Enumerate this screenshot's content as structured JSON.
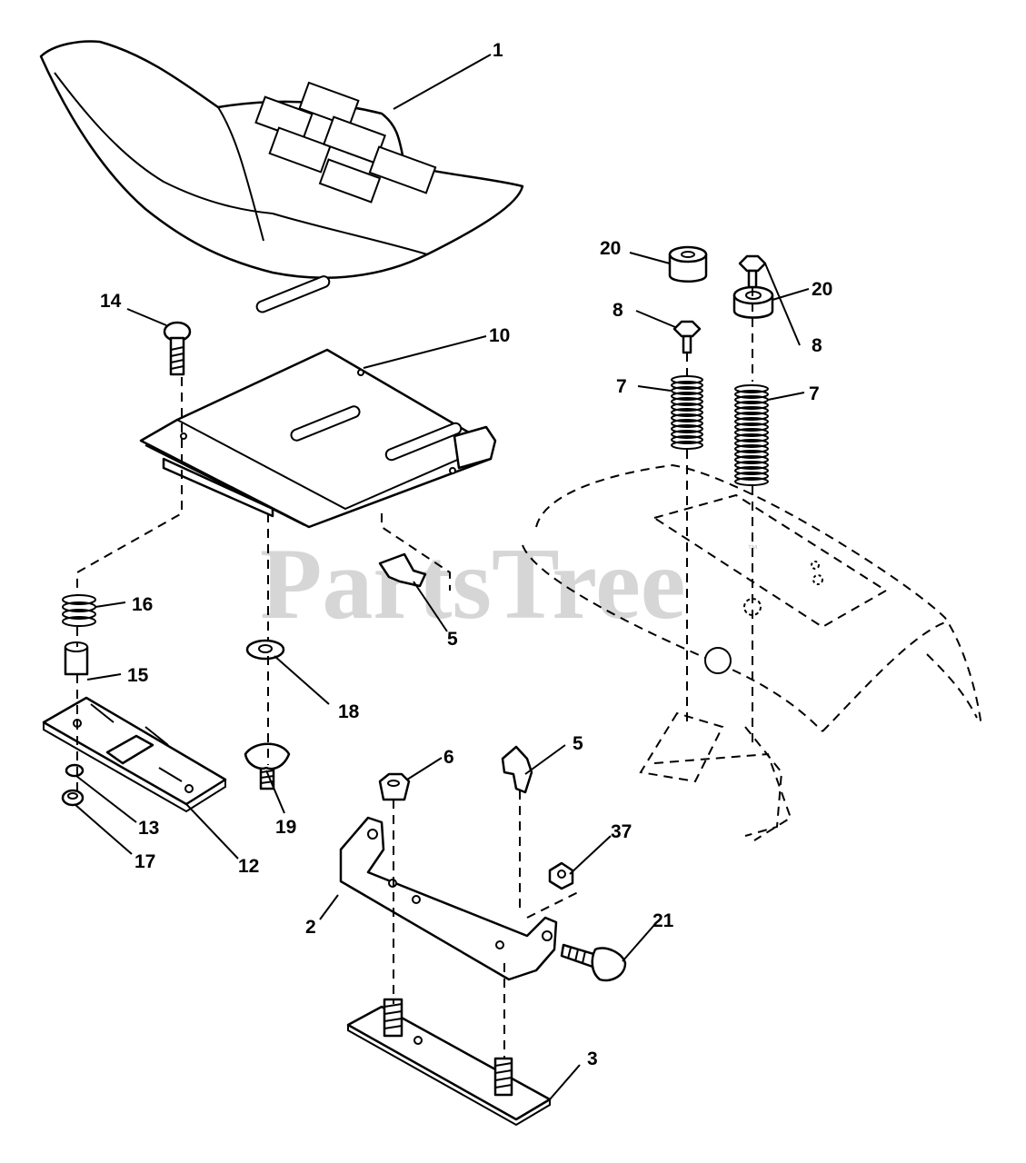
{
  "watermark": {
    "text": "PartsTree",
    "trademark": "™"
  },
  "callouts": {
    "c1": "1",
    "c2": "2",
    "c3": "3",
    "c5a": "5",
    "c5b": "5",
    "c6": "6",
    "c7a": "7",
    "c7b": "7",
    "c8a": "8",
    "c8b": "8",
    "c10": "10",
    "c12": "12",
    "c13": "13",
    "c14": "14",
    "c15": "15",
    "c16": "16",
    "c17": "17",
    "c18": "18",
    "c19": "19",
    "c20a": "20",
    "c20b": "20",
    "c21": "21",
    "c37": "37"
  },
  "colors": {
    "line": "#000000",
    "background": "#ffffff",
    "watermark": "#c9c9c9"
  }
}
